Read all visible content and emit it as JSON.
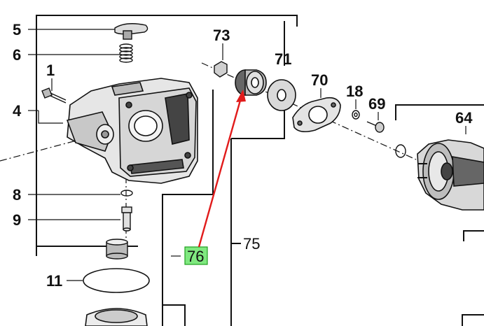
{
  "callouts": {
    "c1": "1",
    "c4": "4",
    "c5": "5",
    "c6": "6",
    "c8": "8",
    "c9": "9",
    "c11": "11",
    "c18": "18",
    "c64": "64",
    "c69": "69",
    "c70": "70",
    "c71": "71",
    "c73": "73",
    "c75": "75",
    "c76": "76"
  },
  "highlight": {
    "label": "76",
    "color": "#66e066",
    "arrow_color": "#e11b1b"
  }
}
